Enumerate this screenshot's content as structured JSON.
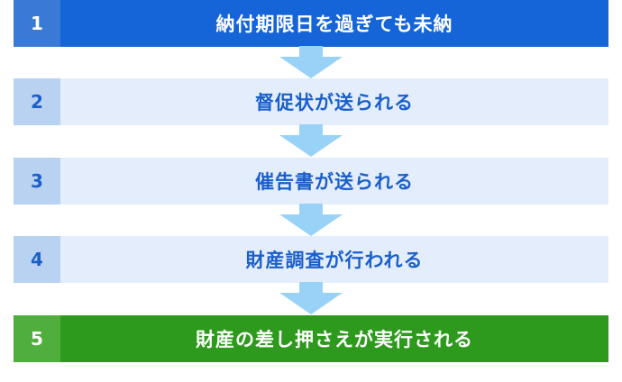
{
  "steps": [
    {
      "number": "1",
      "label": "納付期限日を過ぎても未納"
    },
    {
      "number": "2",
      "label": "督促状が送られる"
    },
    {
      "number": "3",
      "label": "催告書が送られる"
    },
    {
      "number": "4",
      "label": "財産調査が行われる"
    },
    {
      "number": "5",
      "label": "財産の差し押さえが実行される"
    }
  ],
  "colors": {
    "primary": "#1565d8",
    "light": "#e3edfb",
    "text_blue": "#1a5fcc",
    "final": "#2e9a1d",
    "arrow": "#99d2f7"
  }
}
